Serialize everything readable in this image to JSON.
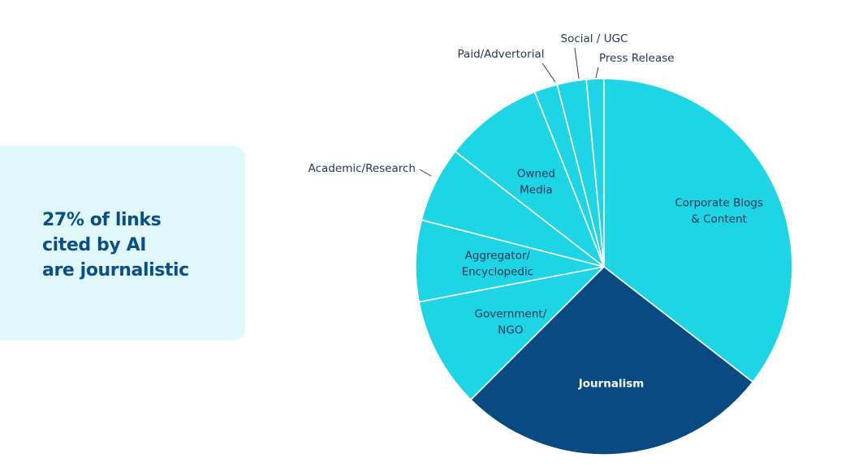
{
  "callout": {
    "lines": [
      "27% of links",
      "cited by AI",
      "are journalistic"
    ]
  },
  "chart_data": {
    "type": "pie",
    "title": "",
    "start_angle_deg": 0,
    "direction": "clockwise",
    "slices": [
      {
        "label": "Corporate Blogs & Content",
        "label_lines": [
          "Corporate Blogs",
          "& Content"
        ],
        "value": 35.5,
        "color": "#1dd5e4",
        "label_color": "#1e3553"
      },
      {
        "label": "Journalism",
        "label_lines": [
          "Journalism"
        ],
        "value": 27,
        "color": "#0a4a82",
        "label_color": "#ffffff"
      },
      {
        "label": "Government/NGO",
        "label_lines": [
          "Government/",
          "NGO"
        ],
        "value": 9.5,
        "color": "#1dd5e4",
        "label_color": "#1e3553"
      },
      {
        "label": "Aggregator/Encyclopedic",
        "label_lines": [
          "Aggregator/",
          "Encyclopedic"
        ],
        "value": 7,
        "color": "#1dd5e4",
        "label_color": "#1e3553"
      },
      {
        "label": "Academic/Research",
        "label_lines": [
          "Academic/Research"
        ],
        "value": 6.5,
        "color": "#1dd5e4",
        "label_color": "#1e3553"
      },
      {
        "label": "Owned Media",
        "label_lines": [
          "Owned",
          "Media"
        ],
        "value": 8.5,
        "color": "#1dd5e4",
        "label_color": "#1e3553"
      },
      {
        "label": "Paid/Advertorial",
        "label_lines": [
          "Paid/Advertorial"
        ],
        "value": 2,
        "color": "#1dd5e4",
        "label_color": "#1e3553"
      },
      {
        "label": "Social / UGC",
        "label_lines": [
          "Social / UGC"
        ],
        "value": 2.5,
        "color": "#1dd5e4",
        "label_color": "#1e3553"
      },
      {
        "label": "Press Release",
        "label_lines": [
          "Press Release"
        ],
        "value": 1.5,
        "color": "#1dd5e4",
        "label_color": "#1e3553"
      }
    ]
  }
}
